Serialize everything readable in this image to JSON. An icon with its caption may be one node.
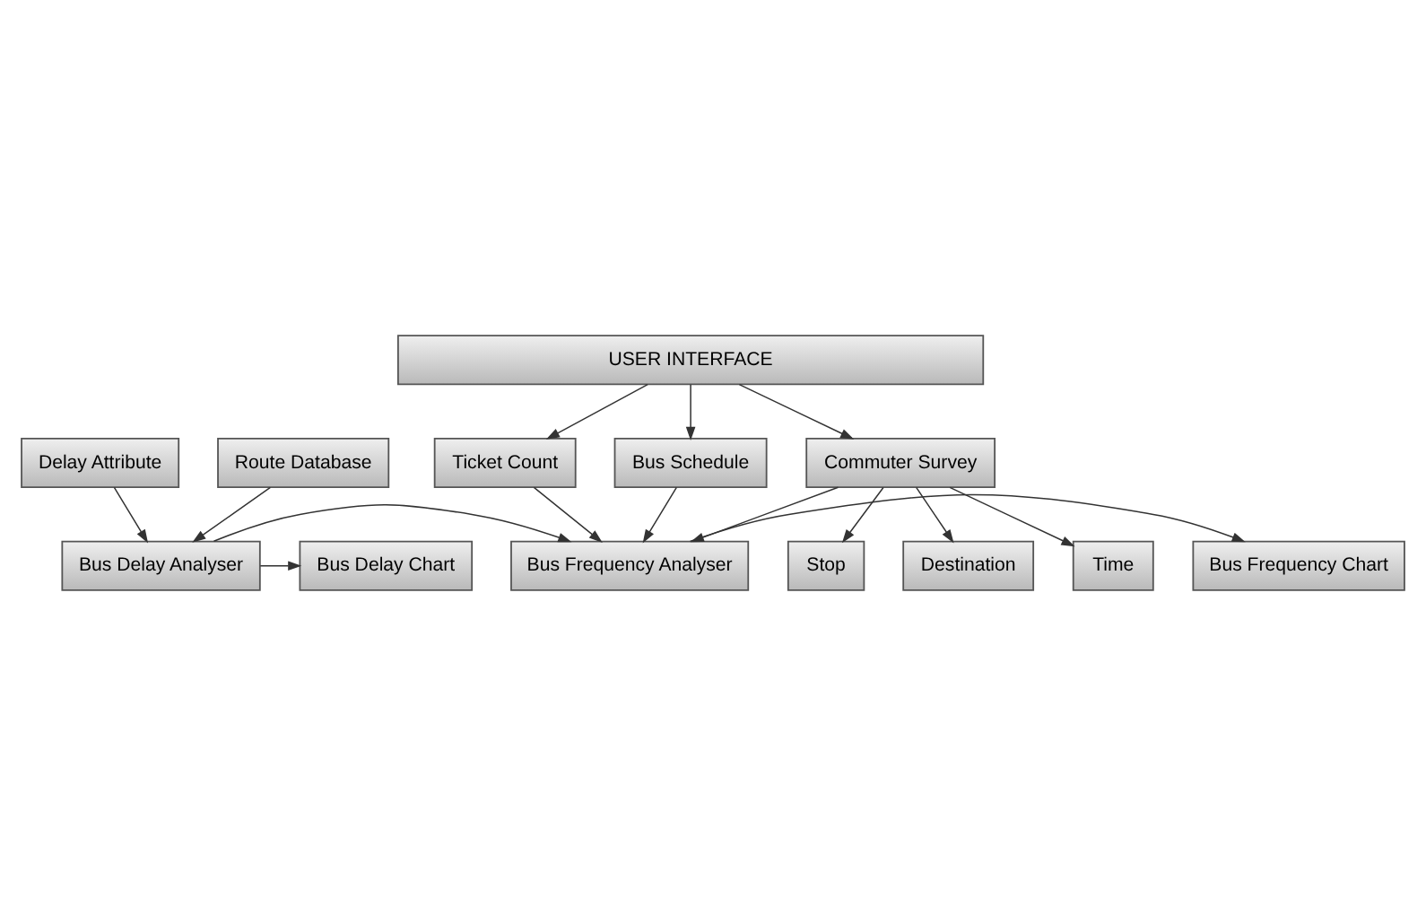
{
  "diagram": {
    "nodes": [
      {
        "text": [
          "USER INTERFACE"
        ]
      },
      {
        "text": [
          "Ticket Count"
        ]
      },
      {
        "text": [
          "Bus Schedule"
        ]
      },
      {
        "text": [
          "Commuter Survey"
        ]
      },
      {
        "text": [
          "Time"
        ]
      },
      {
        "text": [
          "Stop"
        ]
      },
      {
        "text": [
          "Destination"
        ]
      },
      {
        "text": [
          "Bus Frequency Chart"
        ]
      },
      {
        "text": [
          "Bus Frequency Analyser"
        ]
      },
      {
        "text": [
          "Bus Delay Analyser"
        ]
      },
      {
        "text": [
          "Bus Delay Chart"
        ]
      },
      {
        "text": [
          "Route Database"
        ]
      },
      {
        "text": [
          "Delay Attribute"
        ]
      }
    ],
    "edges": [
      {
        "from": 0,
        "to": 1,
        "arrow": "to"
      },
      {
        "from": 0,
        "to": 2,
        "arrow": "to"
      },
      {
        "from": 0,
        "to": 3,
        "arrow": "to"
      },
      {
        "from": 3,
        "to": 4,
        "arrow": "to"
      },
      {
        "from": 3,
        "to": 5,
        "arrow": "to"
      },
      {
        "from": 3,
        "to": 6,
        "arrow": "to"
      },
      {
        "from": 1,
        "to": 8,
        "arrow": "to"
      },
      {
        "from": 2,
        "to": 8,
        "arrow": "to"
      },
      {
        "from": 3,
        "to": 8,
        "arrow": "to"
      },
      {
        "from": 9,
        "to": 8,
        "arrow": "to"
      },
      {
        "from": 8,
        "to": 7,
        "arrow": "to"
      },
      {
        "from": 9,
        "to": 10,
        "arrow": "to"
      },
      {
        "from": 11,
        "to": 9,
        "arrow": "to"
      },
      {
        "from": 12,
        "to": 9,
        "arrow": "to"
      }
    ]
  }
}
